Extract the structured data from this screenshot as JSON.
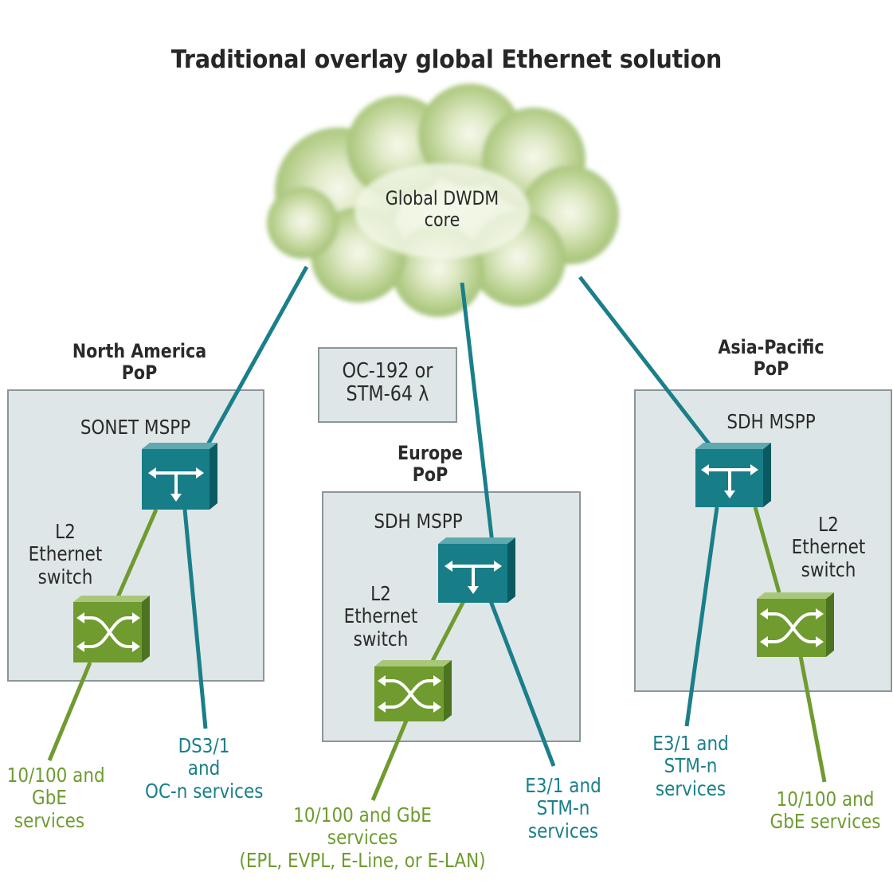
{
  "title": "Traditional overlay global  Ethernet solution",
  "cloud": {
    "line1": "Global DWDM",
    "line2": "core"
  },
  "link_label": {
    "line1": "OC-192 or",
    "line2": "STM-64 λ"
  },
  "pops": {
    "north_america": {
      "line1": "North America",
      "line2": "PoP",
      "mspp": "SONET MSPP",
      "switch": {
        "line1": "L2",
        "line2": "Ethernet",
        "line3": "switch"
      },
      "service_left": {
        "line1": "10/100 and",
        "line2": "GbE",
        "line3": "services"
      },
      "service_right": {
        "line1": "DS3/1",
        "line2": "and",
        "line3": "OC-n services"
      }
    },
    "europe": {
      "line1": "Europe",
      "line2": "PoP",
      "mspp": "SDH MSPP",
      "switch": {
        "line1": "L2",
        "line2": "Ethernet",
        "line3": "switch"
      },
      "service_left": {
        "line1": "10/100 and GbE",
        "line2": "services",
        "line3": "(EPL, EVPL, E-Line, or E-LAN)"
      },
      "service_right": {
        "line1": "E3/1 and",
        "line2": "STM-n",
        "line3": "services"
      }
    },
    "asia_pacific": {
      "line1": "Asia-Pacific",
      "line2": "PoP",
      "mspp": "SDH MSPP",
      "switch": {
        "line1": "L2",
        "line2": "Ethernet",
        "line3": "switch"
      },
      "service_left": {
        "line1": "E3/1 and",
        "line2": "STM-n",
        "line3": "services"
      },
      "service_right": {
        "line1": "10/100 and",
        "line2": "GbE services"
      }
    }
  },
  "colors": {
    "teal": "#1a7f8a",
    "green": "#6f9b2f",
    "pop_box": "#dfe6e7",
    "cloud": "#b7cf8c"
  }
}
